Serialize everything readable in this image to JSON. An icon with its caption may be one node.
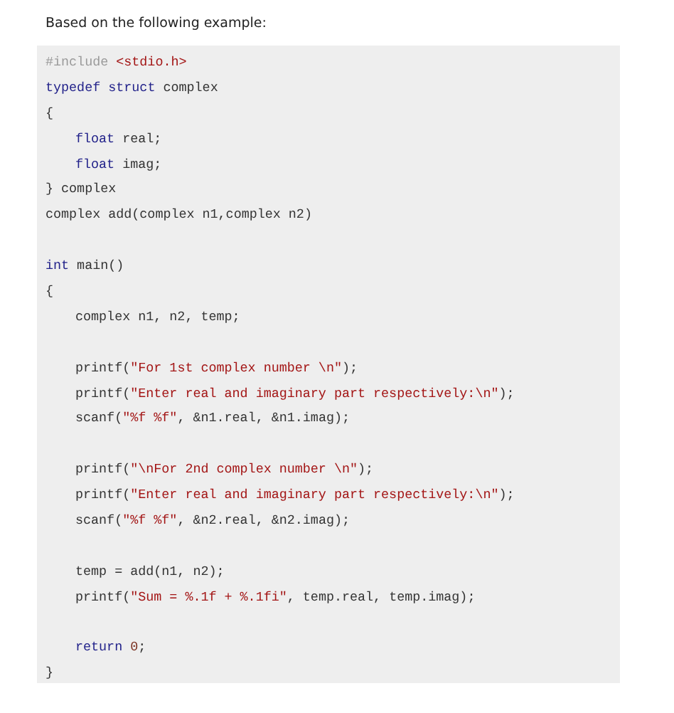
{
  "diagram": {
    "title": "Based on the following example:",
    "nodes": [
      {
        "text": [
          "#include <stdio.h>",
          "typedef struct complex",
          "{",
          "float real;",
          "float imag;",
          "} complex",
          "complex add(complex n1,complex n2)",
          "int main()",
          "{",
          "complex n1, n2, temp;",
          "printf(\"For 1st complex number \\n\");",
          "printf(\"Enter real and imaginary part respectively:\\n\");",
          "scanf(\"%f %f\", &n1.real, &n1.imag);",
          "printf(\"\\nFor 2nd complex number \\n\");",
          "printf(\"Enter real and imaginary part respectively:\\n\");",
          "scanf(\"%f %f\", &n2.real, &n2.imag);",
          "temp = add(n1, n2);",
          "printf(\"Sum = %.1f + %.1fi\", temp.real, temp.imag);",
          "return 0;",
          "}"
        ]
      }
    ]
  }
}
